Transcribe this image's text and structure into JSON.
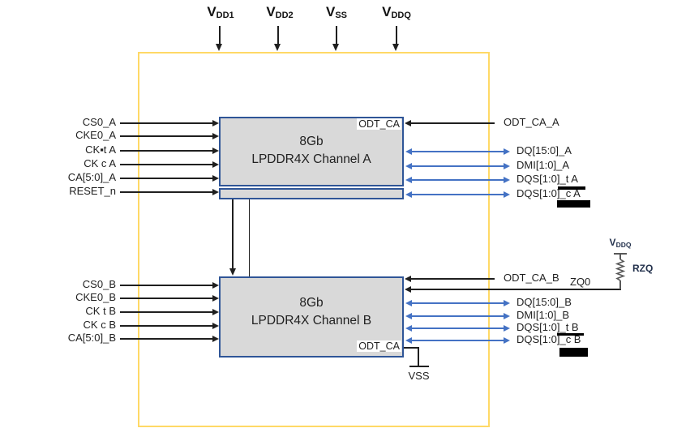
{
  "colors": {
    "box-yellow": "#FFD966",
    "block-fill": "#D9D9D9",
    "block-border": "#2F5597",
    "blue": "#4472C4",
    "line": "#1f1f1f",
    "supply-text": "#24324D"
  },
  "power_rails": [
    {
      "name": "VDD1",
      "base": "V",
      "sub": "DD1"
    },
    {
      "name": "VDD2",
      "base": "V",
      "sub": "DD2"
    },
    {
      "name": "VSS",
      "base": "V",
      "sub": "SS"
    },
    {
      "name": "VDDQ",
      "base": "V",
      "sub": "DDQ"
    }
  ],
  "channel_a": {
    "title_line1": "8Gb",
    "title_line2": "LPDDR4X Channel A",
    "odt_pin_label": "ODT_CA",
    "inputs": [
      "CS0_A",
      "CKE0_A",
      "CK▪t A",
      "CK c A",
      "CA[5:0]_A",
      "RESET_n"
    ],
    "odt_input": "ODT_CA_A",
    "data_signals": [
      "DQ[15:0]_A",
      "DMI[1:0]_A",
      "DQS[1:0]_t A",
      "DQS[1:0]_c A"
    ]
  },
  "channel_b": {
    "title_line1": "8Gb",
    "title_line2": "LPDDR4X Channel B",
    "odt_pin_label": "ODT_CA",
    "inputs": [
      "CS0_B",
      "CKE0_B",
      "CK t B",
      "CK c B",
      "CA[5:0]_B"
    ],
    "odt_input": "ODT_CA_B",
    "data_signals": [
      "DQ[15:0]_B",
      "DMI[1:0]_B",
      "DQS[1:0]_t B",
      "DQS[1:0]_c B"
    ]
  },
  "zq_network": {
    "pin": "ZQ0",
    "resistor": "RZQ",
    "supply_base": "V",
    "supply_sub": "DDQ"
  },
  "ground": {
    "label": "VSS"
  }
}
